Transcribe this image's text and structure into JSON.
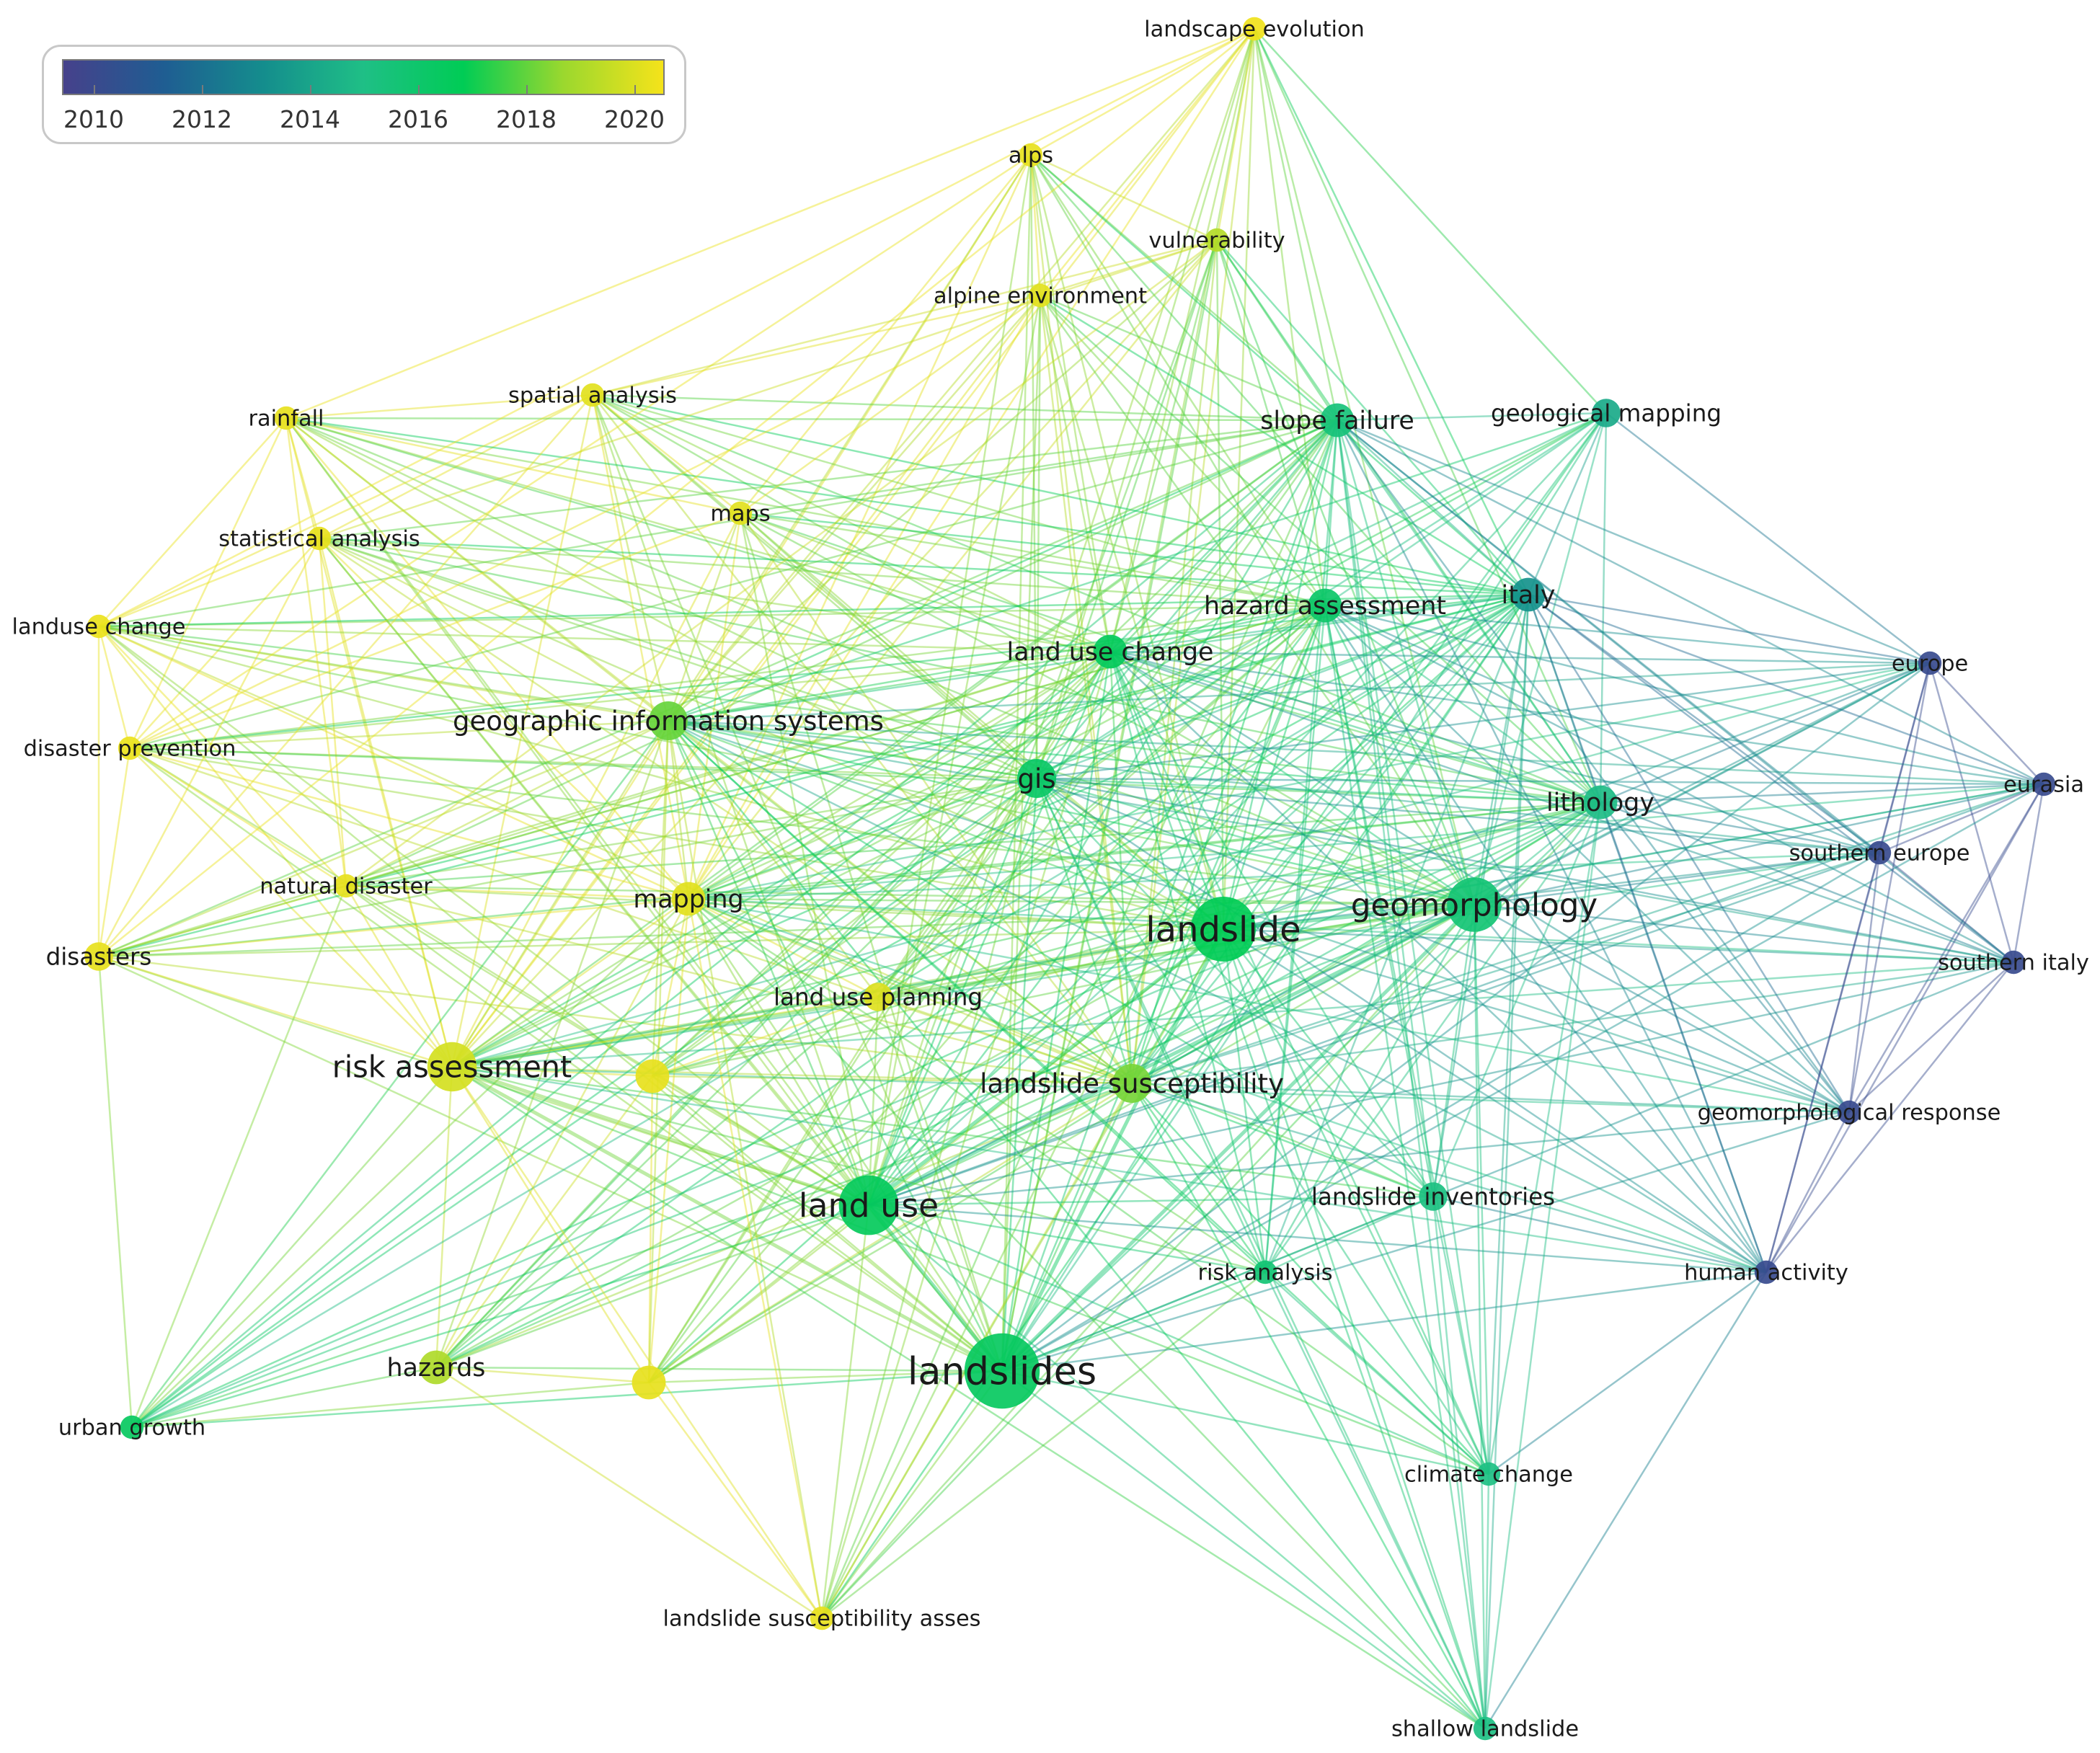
{
  "legend": {
    "ticks": [
      "2010",
      "2012",
      "2014",
      "2016",
      "2018",
      "2020"
    ],
    "gradient_stops": [
      "#46418b",
      "#1f5d92",
      "#148d8d",
      "#1fbf86",
      "#00cc55",
      "#9bd82e",
      "#f5e31a"
    ]
  },
  "nodes": [
    {
      "id": "landscape_evolution",
      "label": "landscape evolution",
      "year": 2020.8,
      "weight": 2,
      "label_pos": "right"
    },
    {
      "id": "alps",
      "label": "alps",
      "year": 2020.6,
      "weight": 2,
      "label_pos": "center"
    },
    {
      "id": "vulnerability",
      "label": "vulnerability",
      "year": 2019.5,
      "weight": 2,
      "label_pos": "center"
    },
    {
      "id": "alpine_environment",
      "label": "alpine environment",
      "year": 2020.5,
      "weight": 2,
      "label_pos": "center"
    },
    {
      "id": "spatial_analysis",
      "label": "spatial analysis",
      "year": 2020.5,
      "weight": 2,
      "label_pos": "center"
    },
    {
      "id": "rainfall",
      "label": "rainfall",
      "year": 2020.6,
      "weight": 2,
      "label_pos": "center"
    },
    {
      "id": "maps",
      "label": "maps",
      "year": 2020.5,
      "weight": 2,
      "label_pos": "center"
    },
    {
      "id": "statistical_analysis",
      "label": "statistical analysis",
      "year": 2020.6,
      "weight": 2,
      "label_pos": "center"
    },
    {
      "id": "landuse_change",
      "label": "landuse change",
      "year": 2020.7,
      "weight": 2,
      "label_pos": "center"
    },
    {
      "id": "disaster_prevention",
      "label": "disaster prevention",
      "year": 2020.7,
      "weight": 2,
      "label_pos": "center"
    },
    {
      "id": "natural_disaster",
      "label": "natural disaster",
      "year": 2020.6,
      "weight": 2,
      "label_pos": "center"
    },
    {
      "id": "disasters",
      "label": "disasters",
      "year": 2020.6,
      "weight": 3,
      "label_pos": "center"
    },
    {
      "id": "geographic_information_systems",
      "label": "geographic information systems",
      "year": 2018.3,
      "weight": 5,
      "label_pos": "center"
    },
    {
      "id": "mapping",
      "label": "mapping",
      "year": 2020.5,
      "weight": 4,
      "label_pos": "center"
    },
    {
      "id": "risk_assessment",
      "label": "risk assessment",
      "year": 2020.2,
      "weight": 7,
      "label_pos": "center"
    },
    {
      "id": "unlabeled_1",
      "label": "",
      "year": 2020.6,
      "weight": 4,
      "label_pos": "center"
    },
    {
      "id": "land_use_planning",
      "label": "land use planning",
      "year": 2020.4,
      "weight": 3,
      "label_pos": "center"
    },
    {
      "id": "hazards",
      "label": "hazards",
      "year": 2019.4,
      "weight": 4,
      "label_pos": "center"
    },
    {
      "id": "unlabeled_2",
      "label": "",
      "year": 2020.6,
      "weight": 4,
      "label_pos": "center"
    },
    {
      "id": "urban_growth",
      "label": "urban growth",
      "year": 2016.6,
      "weight": 2,
      "label_pos": "center"
    },
    {
      "id": "land_use",
      "label": "land use",
      "year": 2016.8,
      "weight": 9,
      "label_pos": "center"
    },
    {
      "id": "landslides",
      "label": "landslides",
      "year": 2016.6,
      "weight": 12,
      "label_pos": "center"
    },
    {
      "id": "landslide_susceptibility_asses",
      "label": "landslide susceptibility asses",
      "year": 2020.6,
      "weight": 2,
      "label_pos": "center"
    },
    {
      "id": "land_use_change",
      "label": "land use change",
      "year": 2016.8,
      "weight": 4,
      "label_pos": "center"
    },
    {
      "id": "gis",
      "label": "gis",
      "year": 2016.4,
      "weight": 5,
      "label_pos": "center"
    },
    {
      "id": "landslide",
      "label": "landslide",
      "year": 2017.0,
      "weight": 10,
      "label_pos": "center"
    },
    {
      "id": "landslide_susceptibility",
      "label": "landslide susceptibility",
      "year": 2018.5,
      "weight": 5,
      "label_pos": "center"
    },
    {
      "id": "slope_failure",
      "label": "slope failure",
      "year": 2015.6,
      "weight": 4,
      "label_pos": "center"
    },
    {
      "id": "hazard_assessment",
      "label": "hazard assessment",
      "year": 2016.3,
      "weight": 4,
      "label_pos": "center"
    },
    {
      "id": "geological_mapping",
      "label": "geological mapping",
      "year": 2014.3,
      "weight": 3,
      "label_pos": "center"
    },
    {
      "id": "italy",
      "label": "italy",
      "year": 2013.4,
      "weight": 4,
      "label_pos": "center"
    },
    {
      "id": "lithology",
      "label": "lithology",
      "year": 2015.0,
      "weight": 4,
      "label_pos": "center"
    },
    {
      "id": "geomorphology",
      "label": "geomorphology",
      "year": 2015.8,
      "weight": 8,
      "label_pos": "center"
    },
    {
      "id": "europe",
      "label": "europe",
      "year": 2010.0,
      "weight": 2,
      "label_pos": "center"
    },
    {
      "id": "eurasia",
      "label": "eurasia",
      "year": 2010.0,
      "weight": 2,
      "label_pos": "center"
    },
    {
      "id": "southern_europe",
      "label": "southern europe",
      "year": 2010.0,
      "weight": 2,
      "label_pos": "center"
    },
    {
      "id": "southern_italy",
      "label": "southern italy",
      "year": 2010.0,
      "weight": 2,
      "label_pos": "center"
    },
    {
      "id": "geomorphological_response",
      "label": "geomorphological response",
      "year": 2010.0,
      "weight": 2,
      "label_pos": "center"
    },
    {
      "id": "landslide_inventories",
      "label": "landslide inventories",
      "year": 2015.3,
      "weight": 3,
      "label_pos": "center"
    },
    {
      "id": "risk_analysis",
      "label": "risk analysis",
      "year": 2015.8,
      "weight": 2,
      "label_pos": "center"
    },
    {
      "id": "human_activity",
      "label": "human activity",
      "year": 2010.0,
      "weight": 2,
      "label_pos": "center"
    },
    {
      "id": "climate_change",
      "label": "climate change",
      "year": 2015.2,
      "weight": 2,
      "label_pos": "center"
    },
    {
      "id": "shallow_landslide",
      "label": "shallow landslide",
      "year": 2015.2,
      "weight": 2,
      "label_pos": "center"
    }
  ]
}
